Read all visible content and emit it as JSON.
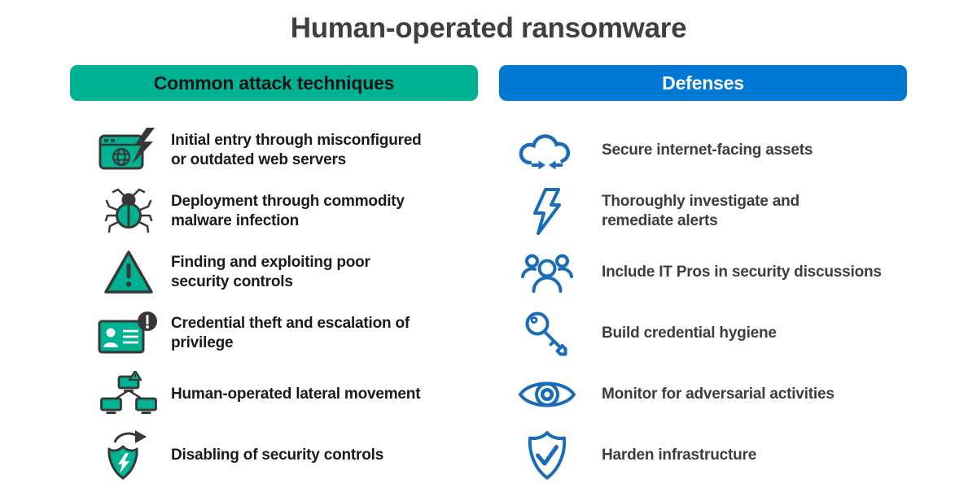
{
  "title": "Human-operated ransomware",
  "colors": {
    "teal": "#00B294",
    "blue": "#0078D4",
    "icon_blue": "#1B6CB8",
    "dark": "#373735",
    "attack_text": "#1A1A1A",
    "defense_text": "#3D3D3D",
    "title_text": "#3F3F3F"
  },
  "attacks": {
    "header": "Common attack techniques",
    "items": [
      {
        "icon": "web-server-breach-icon",
        "label": "Initial entry through misconfigured\nor outdated web servers"
      },
      {
        "icon": "malware-bug-icon",
        "label": "Deployment through commodity\nmalware infection"
      },
      {
        "icon": "warning-triangle-icon",
        "label": "Finding and exploiting poor\nsecurity controls"
      },
      {
        "icon": "credential-card-icon",
        "label": "Credential theft and escalation of\nprivilege"
      },
      {
        "icon": "lateral-movement-icon",
        "label": "Human-operated lateral movement"
      },
      {
        "icon": "shield-disable-icon",
        "label": "Disabling of security controls"
      }
    ]
  },
  "defenses": {
    "header": "Defenses",
    "items": [
      {
        "icon": "cloud-sync-icon",
        "label": "Secure internet-facing assets"
      },
      {
        "icon": "lightning-bolt-icon",
        "label": "Thoroughly investigate and\nremediate alerts"
      },
      {
        "icon": "people-group-icon",
        "label": "Include IT Pros in security discussions"
      },
      {
        "icon": "key-icon",
        "label": "Build credential hygiene"
      },
      {
        "icon": "eye-monitor-icon",
        "label": "Monitor for adversarial activities"
      },
      {
        "icon": "shield-check-icon",
        "label": "Harden infrastructure"
      }
    ]
  }
}
